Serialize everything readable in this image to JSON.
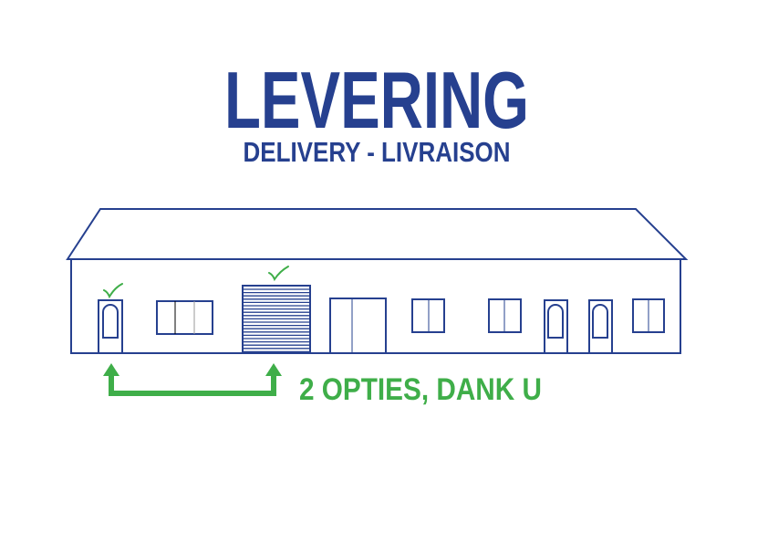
{
  "title": "LEVERING",
  "subtitle": "DELIVERY - LIVRAISON",
  "note": "2 OPTIES, DANK U",
  "colors": {
    "blue": "#26408f",
    "green": "#3fae49"
  }
}
